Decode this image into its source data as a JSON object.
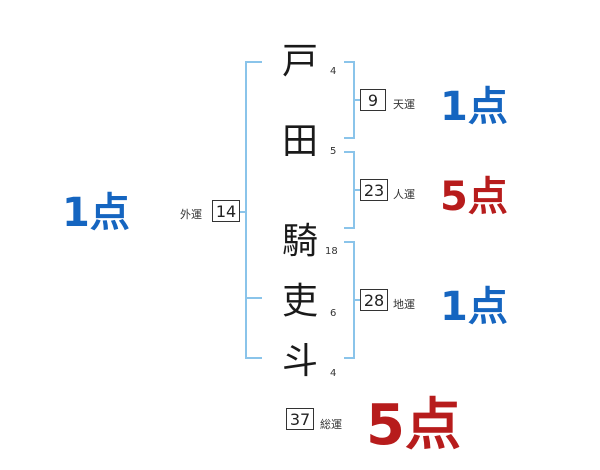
{
  "chars": [
    {
      "char": "戸",
      "strokes": "4"
    },
    {
      "char": "田",
      "strokes": "5"
    },
    {
      "char": "騎",
      "strokes": "18"
    },
    {
      "char": "吏",
      "strokes": "6"
    },
    {
      "char": "斗",
      "strokes": "4"
    }
  ],
  "outer": {
    "score": "1点",
    "box": "14",
    "label": "外運"
  },
  "ten": {
    "box": "9",
    "label": "天運",
    "score": "1点"
  },
  "jin": {
    "box": "23",
    "label": "人運",
    "score": "5点"
  },
  "chi": {
    "box": "28",
    "label": "地運",
    "score": "1点"
  },
  "total": {
    "box": "37",
    "label": "総運",
    "score": "5点"
  },
  "colors": {
    "bracket": "#8ac4ea",
    "blue": "#1565c0",
    "red": "#b71c1c"
  }
}
